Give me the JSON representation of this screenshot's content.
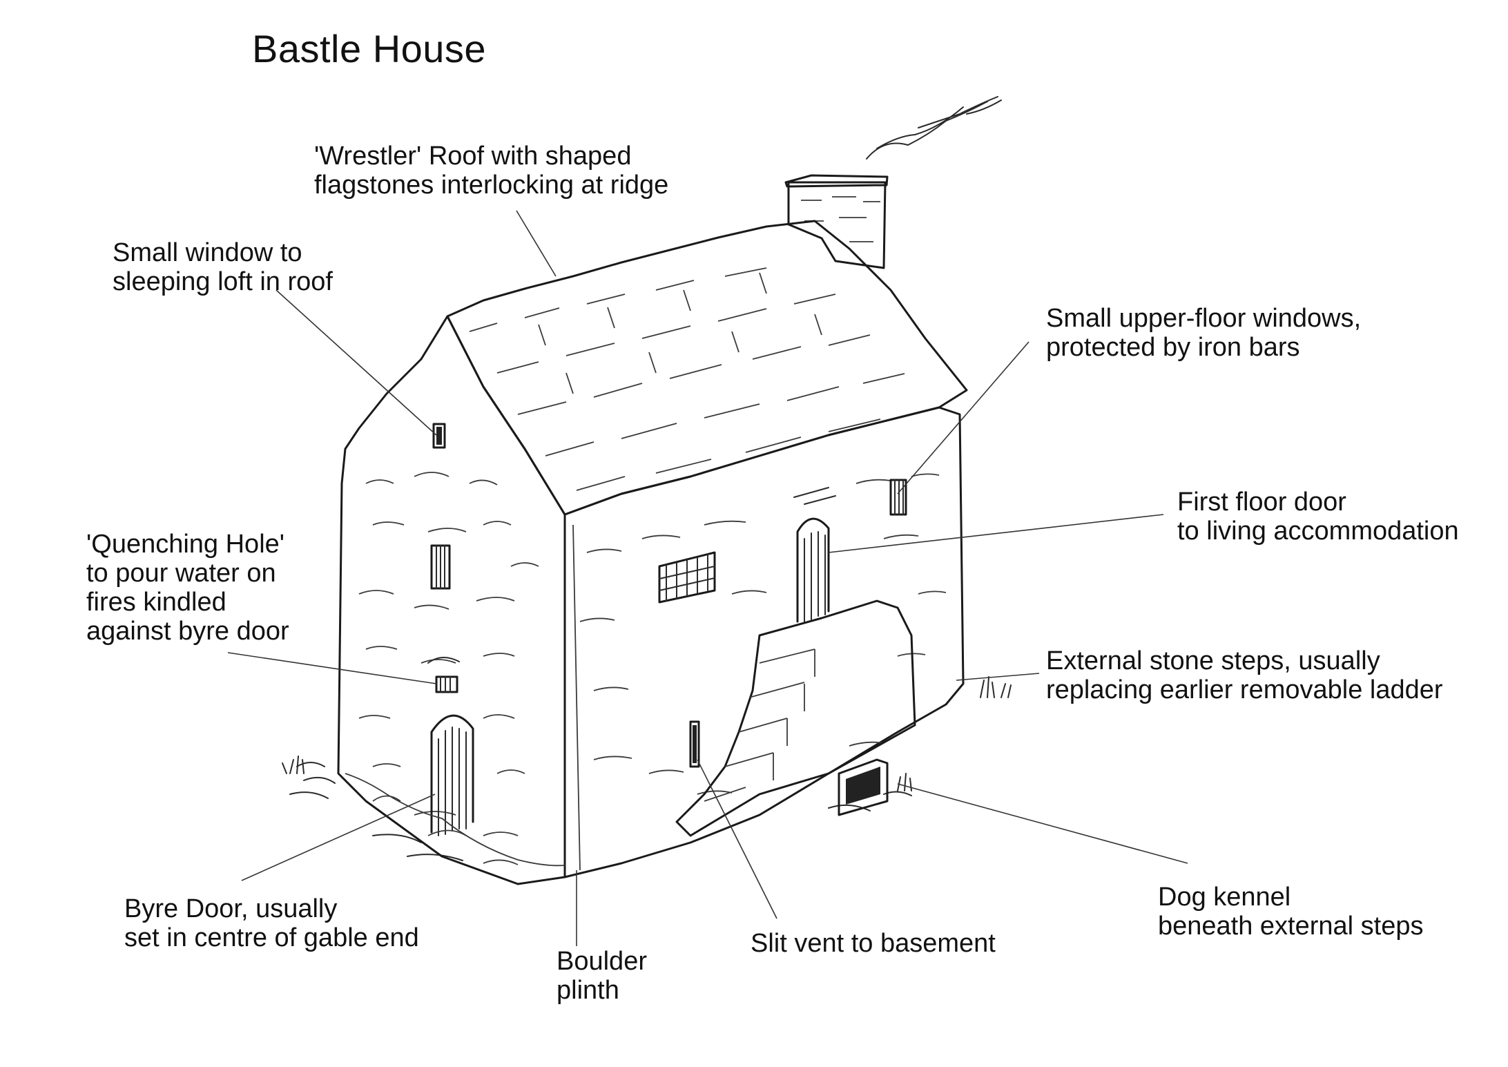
{
  "title": "Bastle House",
  "labels": {
    "roof": [
      "'Wrestler' Roof with shaped",
      "flagstones interlocking at ridge"
    ],
    "loft_window": [
      "Small window to",
      "sleeping loft in roof"
    ],
    "upper_windows": [
      "Small upper-floor windows,",
      "protected by iron bars"
    ],
    "first_floor_door": [
      "First floor door",
      "to living accommodation"
    ],
    "quenching_hole": [
      "'Quenching Hole'",
      "to pour water on",
      "fires kindled",
      "against byre door"
    ],
    "stone_steps": [
      "External stone steps, usually",
      "replacing earlier removable ladder"
    ],
    "byre_door": [
      "Byre Door, usually",
      "set in centre of gable end"
    ],
    "plinth": [
      "Boulder",
      "plinth"
    ],
    "slit_vent": [
      "Slit vent to basement"
    ],
    "dog_kennel": [
      "Dog kennel",
      "beneath external steps"
    ]
  }
}
